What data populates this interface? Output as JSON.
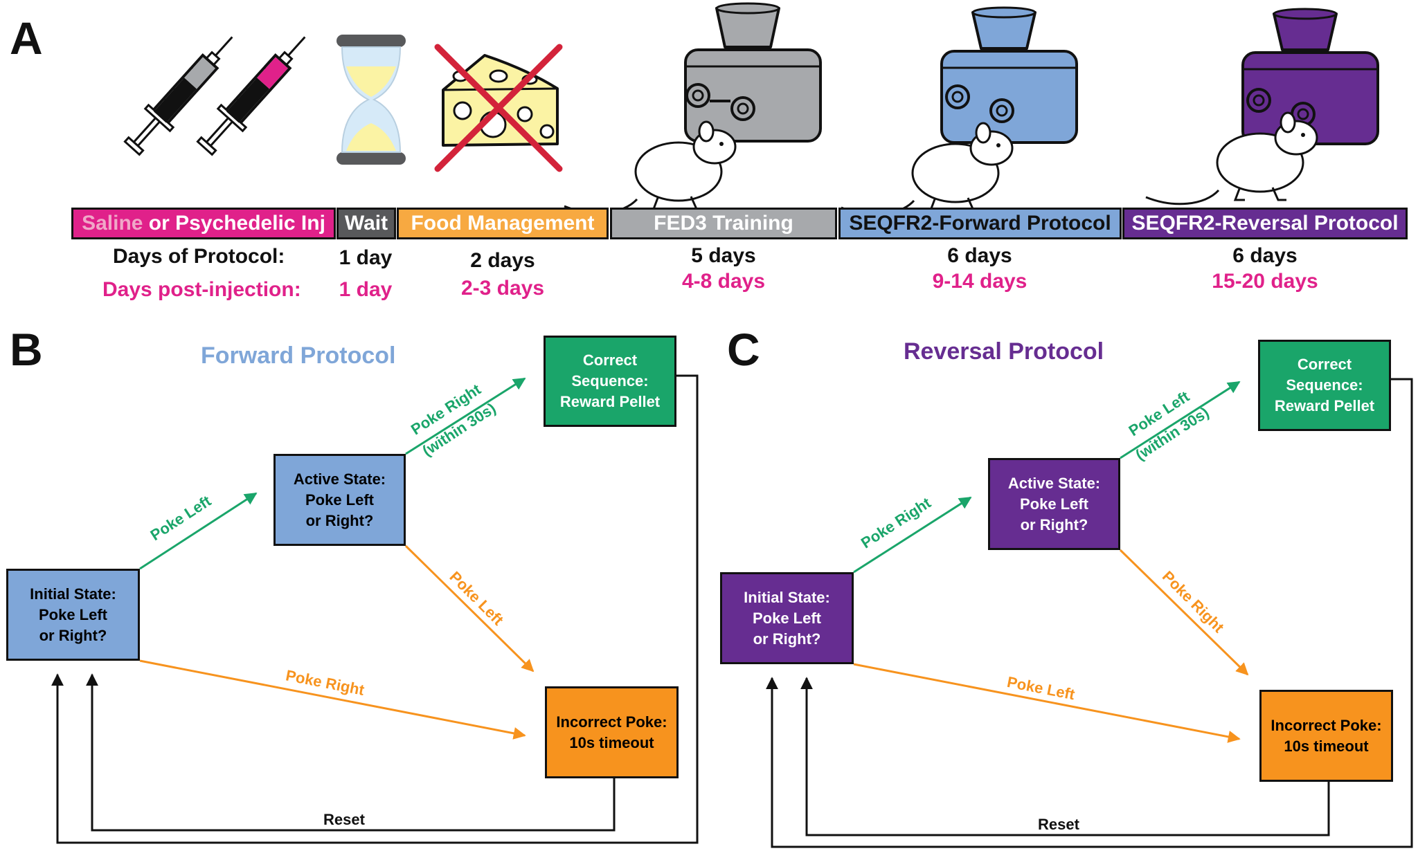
{
  "panels": {
    "a": "A",
    "b": "B",
    "c": "C"
  },
  "timeline": {
    "bars": {
      "injection_saline": "Saline",
      "injection_rest": " or Psychedelic Inj",
      "wait": "Wait",
      "food": "Food Management",
      "fed3": "FED3 Training",
      "forward": "SEQFR2-Forward Protocol",
      "reversal": "SEQFR2-Reversal Protocol"
    },
    "row_labels": {
      "days_protocol": "Days of Protocol:",
      "days_post": "Days post-injection:"
    },
    "durations": {
      "wait": "1 day",
      "food": "2 days",
      "fed3": "5 days",
      "forward": "6 days",
      "reversal": "6 days"
    },
    "post_days": {
      "wait": "1 day",
      "food": "2-3 days",
      "fed3": "4-8 days",
      "forward": "9-14 days",
      "reversal": "15-20 days"
    }
  },
  "forward": {
    "title": "Forward Protocol",
    "initial": "Initial State:\nPoke Left\nor Right?",
    "active": "Active State:\nPoke Left\nor Right?",
    "correct": "Correct\nSequence:\nReward Pellet",
    "incorrect": "Incorrect Poke:\n10s timeout",
    "edge_initial_active": "Poke Left",
    "edge_active_correct": "Poke Right",
    "edge_active_correct_sub": "(within 30s)",
    "edge_active_incorrect": "Poke Left",
    "edge_initial_incorrect": "Poke Right",
    "reset": "Reset"
  },
  "reversal": {
    "title": "Reversal Protocol",
    "initial": "Initial State:\nPoke Left\nor Right?",
    "active": "Active State:\nPoke Left\nor Right?",
    "correct": "Correct\nSequence:\nReward Pellet",
    "incorrect": "Incorrect Poke:\n10s timeout",
    "edge_initial_active": "Poke Right",
    "edge_active_correct": "Poke Left",
    "edge_active_correct_sub": "(within 30s)",
    "edge_active_incorrect": "Poke Right",
    "edge_initial_incorrect": "Poke Left",
    "reset": "Reset"
  },
  "colors": {
    "injection": "#e0218a",
    "saline_text": "#f0a8c8",
    "wait": "#58595b",
    "food": "#f7a941",
    "fed3": "#a7a9ac",
    "forward": "#7fa6d8",
    "reversal": "#662d91",
    "correct_box": "#1aa56a",
    "incorrect_box": "#f7931e",
    "green_arrow": "#1aa56a",
    "orange_arrow": "#f7931e",
    "magenta_text": "#e0218a",
    "forward_title": "#7fa6d8",
    "reversal_title": "#662d91"
  },
  "icons": [
    "syringe-saline-icon",
    "syringe-psychedelic-icon",
    "hourglass-icon",
    "no-cheese-icon",
    "fed3-gray-icon",
    "fed3-blue-icon",
    "fed3-purple-icon",
    "mouse-icon"
  ]
}
